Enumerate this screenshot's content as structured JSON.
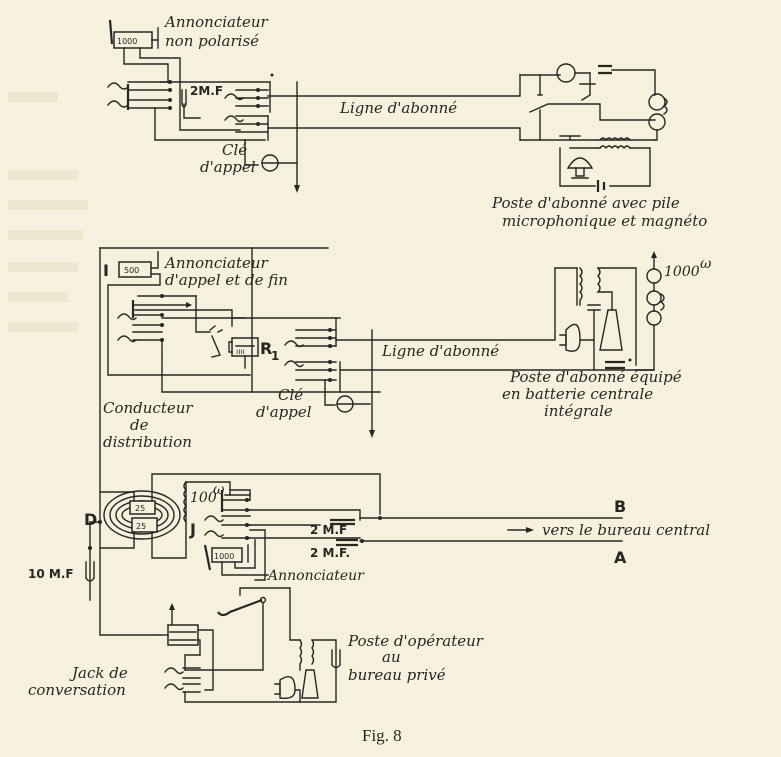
{
  "figure": {
    "caption": "Fig. 8",
    "colors": {
      "paper": "#f6f1de",
      "ink": "#2a2520"
    }
  },
  "circuit_top": {
    "annunciator_label_1": "Annonciateur",
    "annunciator_label_2": "non polarisé",
    "annunciator_value": "1000",
    "capacitor_label": "2M.F",
    "key_label_1": "Clé",
    "key_label_2": "d'appel",
    "line_label": "Ligne d'abonné",
    "station_label_1": "Poste d'abonné avec pile",
    "station_label_2": "microphonique et magnéto"
  },
  "circuit_middle": {
    "marker_I": "I",
    "annunciator_value": "500",
    "annunciator_label_1": "Annonciateur",
    "annunciator_label_2": "d'appel et de fin",
    "relay_label": "R",
    "relay_subscript": "1",
    "key_label_1": "Clé",
    "key_label_2": "d'appel",
    "line_label": "Ligne d'abonné",
    "resistance_label": "1000",
    "resistance_unit": "ω",
    "station_label_1": "Poste d'abonné équipé",
    "station_label_2": "en batterie centrale",
    "station_label_3": "intégrale",
    "conductor_label_1": "Conducteur",
    "conductor_label_2": "de",
    "conductor_label_3": "distribution"
  },
  "circuit_bottom": {
    "marker_D": "D",
    "capacitor_10": "10 M.F",
    "coil_upper": "25",
    "coil_lower": "25",
    "resistance_label": "100",
    "resistance_unit": "ω",
    "marker_J": "J",
    "capacitor_upper": "2 M.F",
    "capacitor_lower": "2 M.F.",
    "annunciator_label": "Annonciateur",
    "annunciator_value": "1000",
    "line_B": "B",
    "line_A": "A",
    "direction_label": "vers le bureau central",
    "jack_label_1": "Jack de",
    "jack_label_2": "conversation",
    "operator_label_1": "Poste d'opérateur",
    "operator_label_2": "au",
    "operator_label_3": "bureau privé"
  }
}
